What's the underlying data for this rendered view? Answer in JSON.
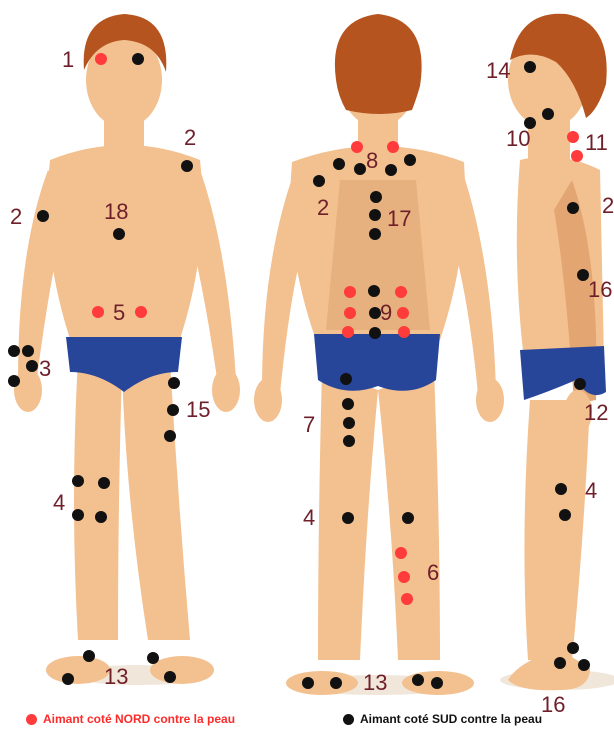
{
  "colors": {
    "skin": "#f3c08f",
    "skin_shadow": "#e3a672",
    "hair": "#b5541f",
    "shorts": "#27469a",
    "marker_nord": "#ff3b3b",
    "marker_sud": "#111111",
    "label": "#6e1f2a",
    "legend_nord_text": "#ff2a2a",
    "legend_sud_text": "#111111"
  },
  "figures": [
    "front-view",
    "back-view",
    "side-view"
  ],
  "point_labels": [
    "1",
    "2",
    "2",
    "18",
    "5",
    "3",
    "15",
    "4",
    "13",
    "8",
    "2",
    "17",
    "9",
    "7",
    "4",
    "6",
    "13",
    "14",
    "10",
    "11",
    "2",
    "16",
    "12",
    "4",
    "16"
  ],
  "legend": {
    "nord_label": "Aimant coté NORD contre la peau",
    "sud_label": "Aimant coté SUD contre la peau"
  }
}
